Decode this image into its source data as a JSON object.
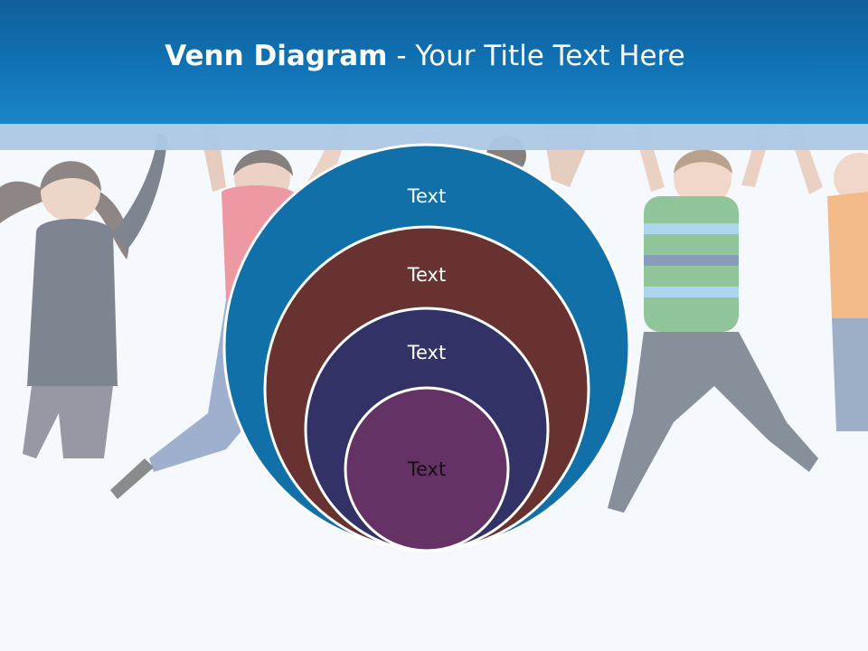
{
  "header": {
    "title_bold": "Venn Diagram",
    "title_rest": " - Your Title Text Here"
  },
  "background": {
    "image_description_icon": "jumping-children-photo"
  },
  "diagram": {
    "rings": [
      {
        "label": "Text",
        "color": "#1270a8",
        "label_color": "#ffffff"
      },
      {
        "label": "Text",
        "color": "#673230",
        "label_color": "#ffffff"
      },
      {
        "label": "Text",
        "color": "#323266",
        "label_color": "#ffffff"
      },
      {
        "label": "Text",
        "color": "#643264",
        "label_color": "#111111"
      }
    ]
  }
}
